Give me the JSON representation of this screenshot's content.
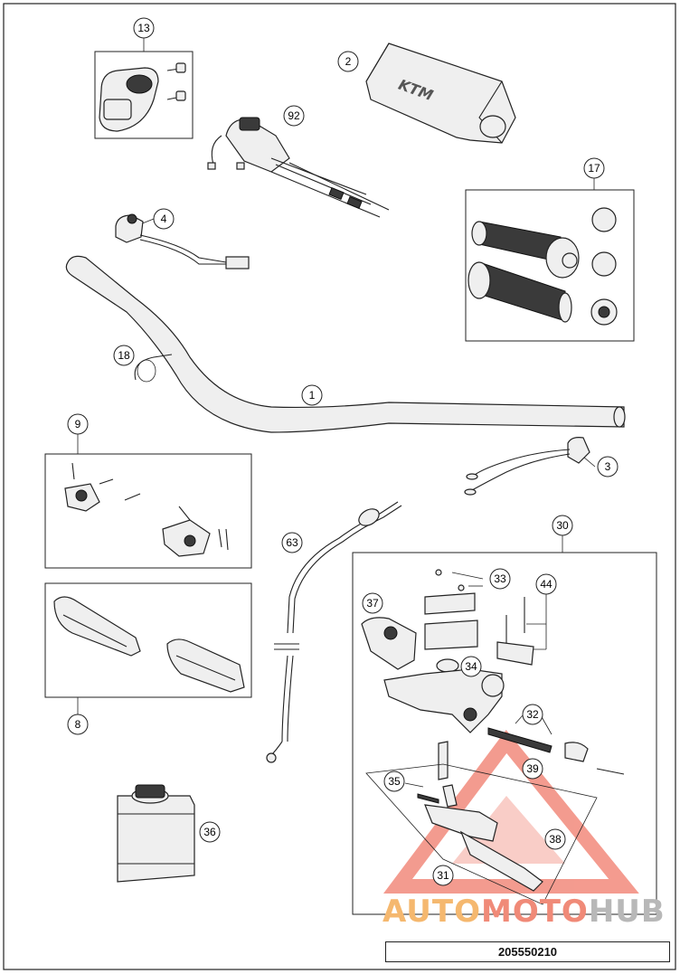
{
  "callouts": [
    "13",
    "2",
    "92",
    "17",
    "4",
    "18",
    "1",
    "9",
    "3",
    "63",
    "30",
    "33",
    "44",
    "37",
    "34",
    "32",
    "8",
    "39",
    "35",
    "38",
    "31",
    "36"
  ],
  "watermark": {
    "part1": "AUTO",
    "part2": "MOTO",
    "part3": "HUB",
    "colors": {
      "orange": "#f5b86f",
      "red": "#f08a78",
      "grey": "#b8b8b8"
    }
  },
  "drawing_number": "205550210",
  "brand_mark": "KTM"
}
